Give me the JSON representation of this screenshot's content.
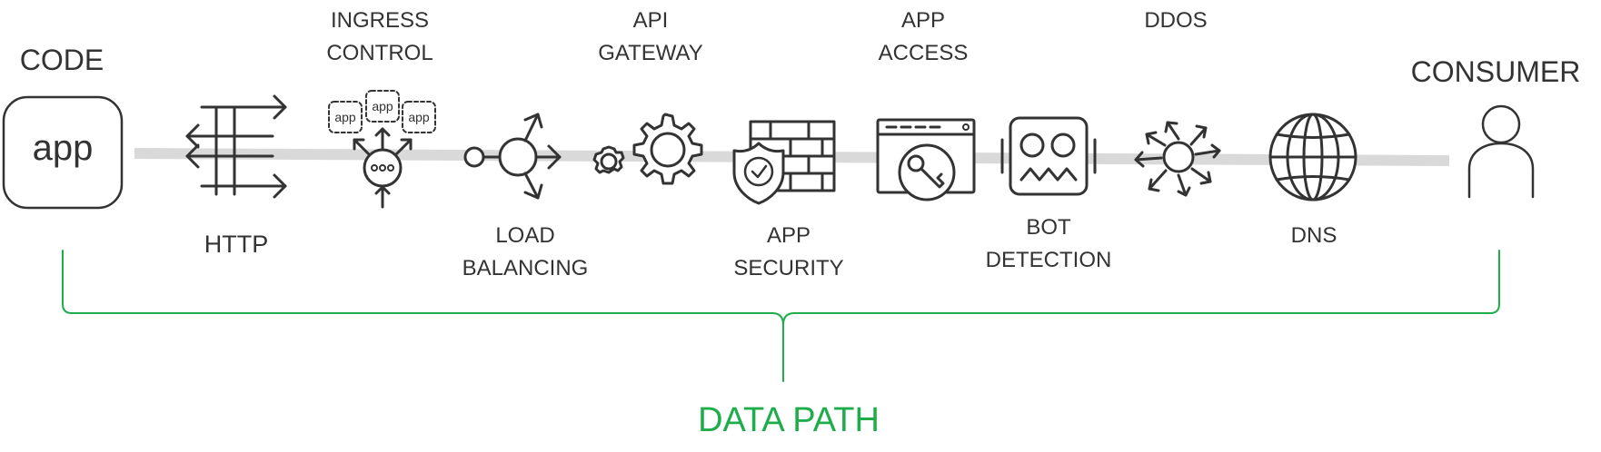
{
  "diagram": {
    "endpoints": {
      "code": "CODE",
      "app_box": "app",
      "consumer": "CONSUMER"
    },
    "components": {
      "http": "HTTP",
      "ingress_control": [
        "INGRESS",
        "CONTROL"
      ],
      "ingress_apps": [
        "app",
        "app",
        "app"
      ],
      "load_balancing": [
        "LOAD",
        "BALANCING"
      ],
      "api_gateway": [
        "API",
        "GATEWAY"
      ],
      "app_security": [
        "APP",
        "SECURITY"
      ],
      "app_access": [
        "APP",
        "ACCESS"
      ],
      "bot_detection": [
        "BOT",
        "DETECTION"
      ],
      "ddos": "DDOS",
      "dns": "DNS"
    },
    "bracket_label": "DATA PATH",
    "colors": {
      "text": "#333333",
      "icon_stroke": "#333333",
      "path_band": "#d9d9d9",
      "bracket": "#1fad4b"
    },
    "icons": [
      "app-box",
      "http-arrows-icon",
      "ingress-control-icon",
      "load-balancer-icon",
      "gears-icon",
      "shield-firewall-icon",
      "key-window-icon",
      "bot-face-icon",
      "ddos-burst-icon",
      "globe-icon",
      "user-icon"
    ]
  }
}
